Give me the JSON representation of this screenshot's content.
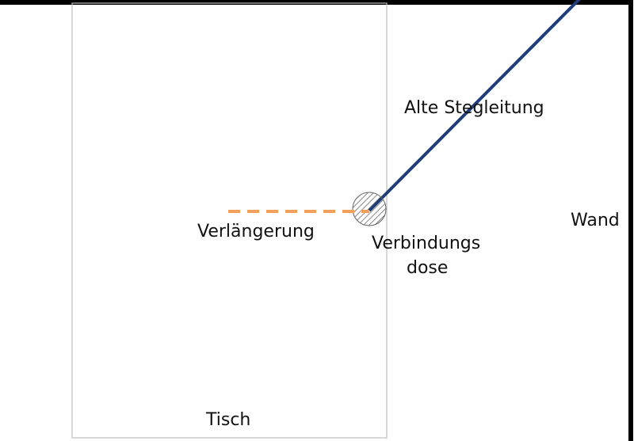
{
  "labels": {
    "old_cable": "Alte Stegleitung",
    "extension": "Verlängerung",
    "junction_box_line1": "Verbindungs",
    "junction_box_line2": "dose",
    "wall": "Wand",
    "table": "Tisch"
  },
  "colors": {
    "wall": "#000000",
    "table_outline": "#bfbfbf",
    "old_cable": "#1f3d7a",
    "extension": "#f4a05a",
    "junction_box_fill": "#cfcfcf",
    "junction_box_hatch": "#555555"
  }
}
